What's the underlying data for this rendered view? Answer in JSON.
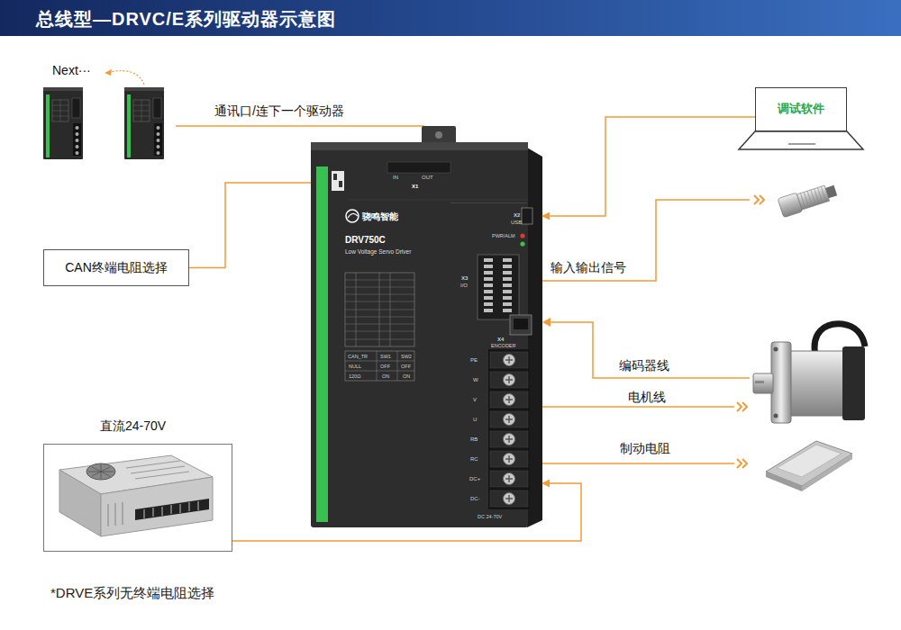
{
  "diagram": {
    "title": "总线型—DRVC/E系列驱动器示意图",
    "nodes": [
      {
        "text": [
          "调试软件"
        ]
      },
      {
        "text": [
          "CAN终端电阻选择"
        ]
      },
      {
        "text": [
          "直流24-70V"
        ]
      },
      {
        "text": [
          "DRV750C",
          "Low Voltage Servo Driver"
        ]
      }
    ],
    "edges": [
      {
        "from": 0,
        "to": 3,
        "arrow": "to"
      },
      {
        "from": 1,
        "to": 3,
        "arrow": "none"
      },
      {
        "from": 2,
        "to": 3,
        "arrow": "to"
      }
    ],
    "labels": [
      "Next···",
      "通讯口/连下一个驱动器",
      "输入输出信号",
      "编码器线",
      "电机线",
      "制动电阻",
      "*DRVE系列无终端电阻选择",
      "IN",
      "OUT",
      "X1",
      "骁鸣智能",
      "X2",
      "USB",
      "PWR/ALM",
      "X3",
      "I/O",
      "X4",
      "ENCODER",
      "CAN_TR",
      "SW1",
      "SW2",
      "NULL",
      "OFF",
      "OFF",
      "120Ω",
      "ON",
      "ON",
      "PE",
      "W",
      "V",
      "U",
      "RB",
      "RC",
      "DC+",
      "DC-",
      "DC 24-70V"
    ]
  }
}
